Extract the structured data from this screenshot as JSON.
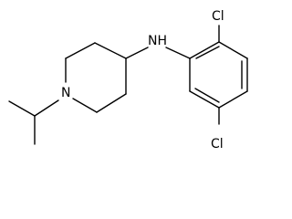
{
  "molecule": {
    "atoms": {
      "ring_nitrogen": "N",
      "amine": "NH",
      "chlorine_top": "Cl",
      "chlorine_bottom": "Cl"
    }
  }
}
